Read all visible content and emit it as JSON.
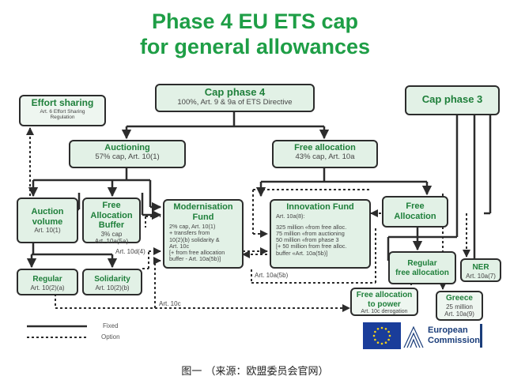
{
  "title": {
    "line1": "Phase 4 EU ETS cap",
    "line2": "for general allowances"
  },
  "boxes": {
    "cap_phase4": {
      "title": "Cap phase 4",
      "sub": "100%, Art. 9 & 9a of ETS Directive"
    },
    "effort_sharing": {
      "title": "Effort sharing",
      "sub1": "Art. 6 Effort Sharing",
      "sub2": "Regulation"
    },
    "cap_phase3": {
      "title": "Cap phase 3"
    },
    "auctioning": {
      "title": "Auctioning",
      "sub": "57% cap, Art. 10(1)"
    },
    "free_allocation_top": {
      "title": "Free allocation",
      "sub": "43% cap, Art. 10a"
    },
    "auction_volume": {
      "title1": "Auction",
      "title2": "volume",
      "sub": "Art. 10(1)"
    },
    "free_allocation_buffer": {
      "title1": "Free",
      "title2": "Allocation",
      "title3": "Buffer",
      "sub1": "3% cap",
      "sub2": "Art. 10a(5a)"
    },
    "modernisation_fund": {
      "title1": "Modernisation",
      "title2": "Fund",
      "lines": [
        "2% cap, Art. 10(1)",
        "+ transfers from",
        "10(2)(b) solidarity &",
        "Art. 10c",
        "[+ from free allocation",
        "buffer - Art. 10a(5b)]"
      ]
    },
    "innovation_fund": {
      "title": "Innovation Fund",
      "lines": [
        "Art. 10a(8):",
        "",
        "325 million «from free alloc.",
        "75 million «from auctioning",
        "50 million «from phase 3",
        "[+ 50 million from free alloc.",
        "buffer «Art. 10a(5b)]"
      ]
    },
    "free_allocation_right": {
      "title1": "Free",
      "title2": "Allocation"
    },
    "regular": {
      "title": "Regular",
      "sub": "Art. 10(2)(a)"
    },
    "solidarity": {
      "title": "Solidarity",
      "sub": "Art. 10(2)(b)"
    },
    "regular_free_allocation": {
      "title1": "Regular",
      "title2": "free allocation"
    },
    "ner": {
      "title": "NER",
      "sub": "Art. 10a(7)"
    },
    "free_allocation_power": {
      "title1": "Free allocation",
      "title2": "to power",
      "sub": "Art. 10c derogation"
    },
    "greece": {
      "title": "Greece",
      "sub1": "25 million",
      "sub2": "Art. 10a(9)"
    }
  },
  "labels": {
    "art10d4": "Art. 10d(4)",
    "art10a5b": "Art. 10a(5b)",
    "art10c": "Art. 10c"
  },
  "legend": {
    "fixed": "Fixed",
    "option": "Option"
  },
  "logo": {
    "line1": "European",
    "line2": "Commission"
  },
  "caption": "图一 （来源：欧盟委员会官网）",
  "colors": {
    "title_green": "#1e9e46",
    "box_fill": "#e2f1e6",
    "box_title": "#1e7f3a",
    "ec_blue": "#1a3d9a"
  }
}
